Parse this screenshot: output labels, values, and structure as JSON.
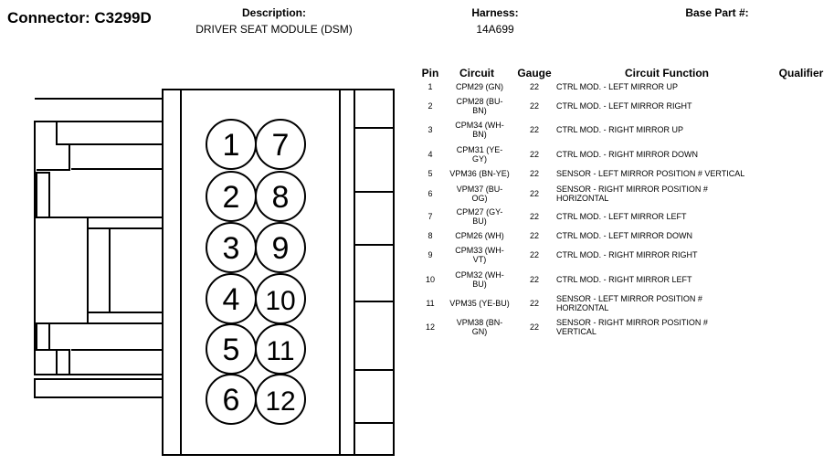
{
  "header": {
    "connector": "Connector: C3299D",
    "description_label": "Description:",
    "description_value": "DRIVER SEAT MODULE (DSM)",
    "harness_label": "Harness:",
    "harness_value": "14A699",
    "base_part_label": "Base Part #:",
    "base_part_value": ""
  },
  "table": {
    "headers": {
      "pin": "Pin",
      "circuit": "Circuit",
      "gauge": "Gauge",
      "function": "Circuit Function",
      "qualifier": "Qualifier"
    },
    "rows": [
      {
        "pin": "1",
        "circuit": "CPM29 (GN)",
        "gauge": "22",
        "function": "CTRL MOD. - LEFT MIRROR UP"
      },
      {
        "pin": "2",
        "circuit": "CPM28 (BU-\nBN)",
        "gauge": "22",
        "function": "CTRL MOD. - LEFT MIRROR RIGHT"
      },
      {
        "pin": "3",
        "circuit": "CPM34 (WH-\nBN)",
        "gauge": "22",
        "function": "CTRL MOD. - RIGHT MIRROR UP"
      },
      {
        "pin": "4",
        "circuit": "CPM31 (YE-\nGY)",
        "gauge": "22",
        "function": "CTRL MOD. - RIGHT MIRROR DOWN"
      },
      {
        "pin": "5",
        "circuit": "VPM36 (BN-YE)",
        "gauge": "22",
        "function": "SENSOR - LEFT MIRROR POSITION # VERTICAL"
      },
      {
        "pin": "6",
        "circuit": "VPM37 (BU-\nOG)",
        "gauge": "22",
        "function": "SENSOR - RIGHT MIRROR POSITION #\nHORIZONTAL"
      },
      {
        "pin": "7",
        "circuit": "CPM27 (GY-\nBU)",
        "gauge": "22",
        "function": "CTRL MOD. - LEFT MIRROR LEFT"
      },
      {
        "pin": "8",
        "circuit": "CPM26 (WH)",
        "gauge": "22",
        "function": "CTRL MOD. - LEFT MIRROR DOWN"
      },
      {
        "pin": "9",
        "circuit": "CPM33 (WH-\nVT)",
        "gauge": "22",
        "function": "CTRL MOD. - RIGHT MIRROR RIGHT"
      },
      {
        "pin": "10",
        "circuit": "CPM32 (WH-\nBU)",
        "gauge": "22",
        "function": "CTRL MOD. - RIGHT MIRROR LEFT"
      },
      {
        "pin": "11",
        "circuit": "VPM35 (YE-BU)",
        "gauge": "22",
        "function": "SENSOR - LEFT MIRROR POSITION #\nHORIZONTAL"
      },
      {
        "pin": "12",
        "circuit": "VPM38 (BN-\nGN)",
        "gauge": "22",
        "function": "SENSOR - RIGHT MIRROR POSITION #\nVERTICAL"
      }
    ]
  },
  "connector_pins": {
    "left_column": [
      "1",
      "2",
      "3",
      "4",
      "5",
      "6"
    ],
    "right_column": [
      "7",
      "8",
      "9",
      "10",
      "11",
      "12"
    ]
  }
}
